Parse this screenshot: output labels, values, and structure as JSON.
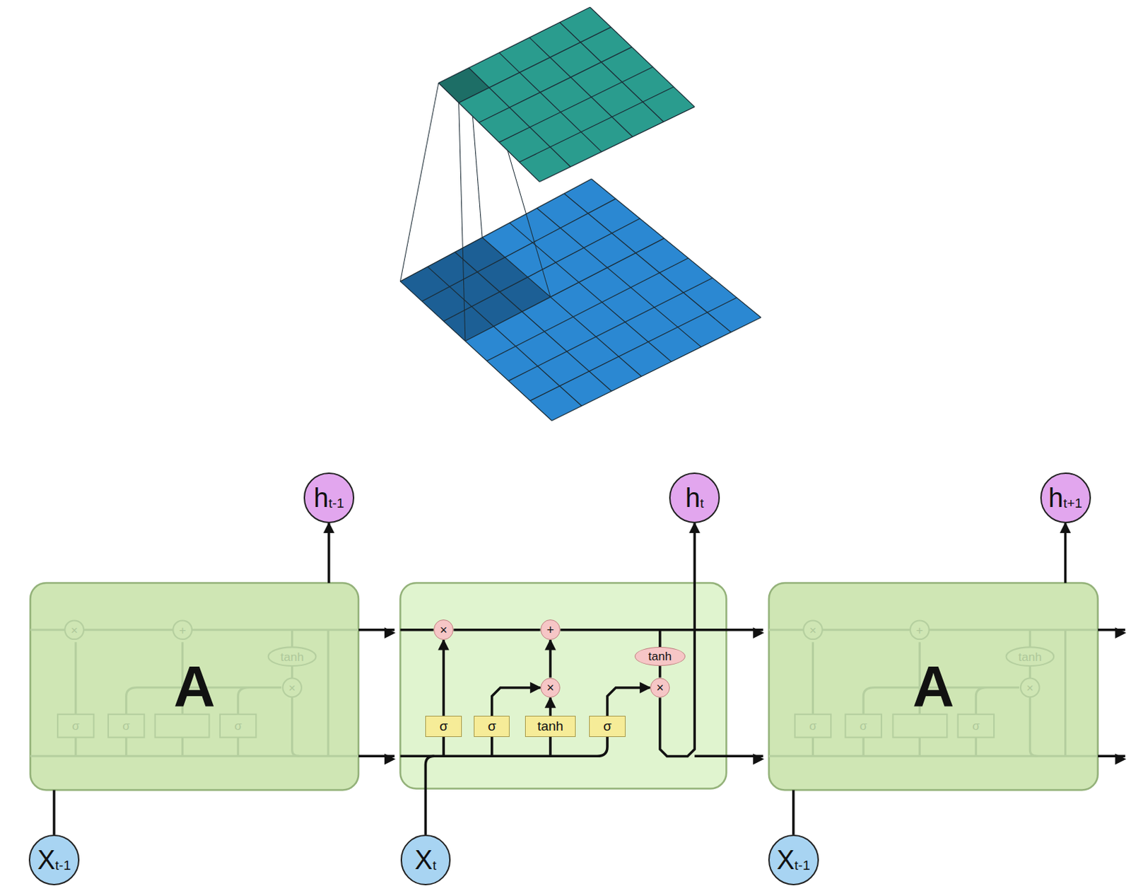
{
  "diagram": {
    "nodes": [
      {
        "text": [
          "h",
          "t-1"
        ]
      },
      {
        "text": [
          "h",
          "t"
        ]
      },
      {
        "text": [
          "h",
          "t+1"
        ]
      },
      {
        "text": [
          "A"
        ]
      },
      {
        "text": [
          "×"
        ]
      },
      {
        "text": [
          "+"
        ]
      },
      {
        "text": [
          "tanh"
        ]
      },
      {
        "text": [
          "×"
        ]
      },
      {
        "text": [
          "×"
        ]
      },
      {
        "text": [
          "σ"
        ]
      },
      {
        "text": [
          "σ"
        ]
      },
      {
        "text": [
          "tanh"
        ]
      },
      {
        "text": [
          "σ"
        ]
      },
      {
        "text": [
          "A"
        ]
      },
      {
        "text": [
          "X",
          "t-1"
        ]
      },
      {
        "text": [
          "X",
          "t"
        ]
      },
      {
        "text": [
          "X",
          "t-1"
        ]
      }
    ],
    "edges": [
      {
        "from": 14,
        "to": 3,
        "arrow": "none"
      },
      {
        "from": 3,
        "to": 0,
        "arrow": "to"
      },
      {
        "from": 16,
        "to": 13,
        "arrow": "none"
      },
      {
        "from": 13,
        "to": 2,
        "arrow": "to"
      },
      {
        "from": 9,
        "to": 4,
        "arrow": "to"
      },
      {
        "from": 10,
        "to": 7,
        "arrow": "to"
      },
      {
        "from": 11,
        "to": 7,
        "arrow": "to"
      },
      {
        "from": 7,
        "to": 5,
        "arrow": "to"
      },
      {
        "from": 4,
        "to": 5,
        "arrow": "none"
      },
      {
        "from": 12,
        "to": 8,
        "arrow": "to"
      },
      {
        "from": 6,
        "to": 8,
        "arrow": "none"
      },
      {
        "from": 8,
        "to": 1,
        "arrow": "to"
      }
    ],
    "labels": [
      "×",
      "+",
      "tanh",
      "×",
      "σ",
      "σ",
      "σ",
      "×",
      "+",
      "tanh",
      "×",
      "σ",
      "σ",
      "σ"
    ]
  }
}
